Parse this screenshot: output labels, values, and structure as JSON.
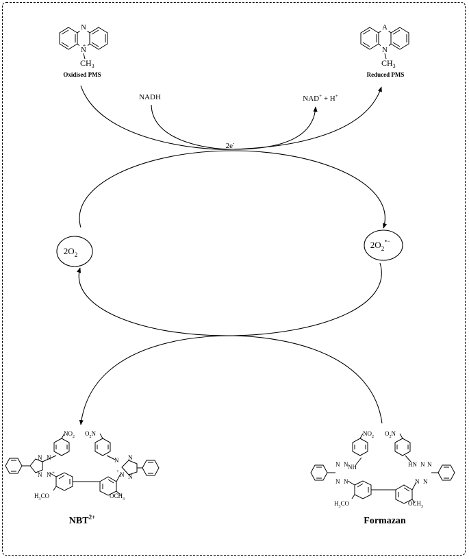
{
  "labels": {
    "oxidised_pms": "Oxidised PMS",
    "reduced_pms": "Reduced PMS",
    "nadh": "NADH",
    "nad": "NAD",
    "nad_sup": "+",
    "plus_h": " + H",
    "h_sup": "+",
    "electrons": "2e",
    "electrons_sup": "-",
    "o2_left": "2O",
    "o2_left_sub": "2",
    "o2_right": "2O",
    "o2_right_sub": "2",
    "o2_right_sup": "•−",
    "nbt": "NBT",
    "nbt_sup": "2+",
    "formazan": "Formazan"
  },
  "pms_oxidised": {
    "top_atom": "N",
    "bottom_atom": "N",
    "charge": "+",
    "methyl": "CH",
    "methyl_sub": "3"
  },
  "pms_reduced": {
    "top_atom": "A",
    "bottom_atom": "N",
    "methyl": "CH",
    "methyl_sub": "3"
  },
  "nbt_structure": {
    "nitro_left": "NO",
    "nitro_left_sub": "2",
    "nitro_right": "O",
    "nitro_right_sub": "2",
    "nitro_right_n": "N",
    "methoxy_left": "H",
    "methoxy_left_sub": "3",
    "methoxy_left_end": "CO",
    "methoxy_right": "OCH",
    "methoxy_right_sub": "3",
    "tetrazole_n": "N",
    "charge": "+"
  },
  "formazan_structure": {
    "nitro_left": "NO",
    "nitro_left_sub": "2",
    "nitro_right": "O",
    "nitro_right_sub": "2",
    "nitro_right_n": "N",
    "nh_left": "NH",
    "nh_right": "HN",
    "methoxy_left": "H",
    "methoxy_left_sub": "3",
    "methoxy_left_end": "CO",
    "methoxy_right": "OCH",
    "methoxy_right_sub": "3",
    "azo_n": "N"
  }
}
